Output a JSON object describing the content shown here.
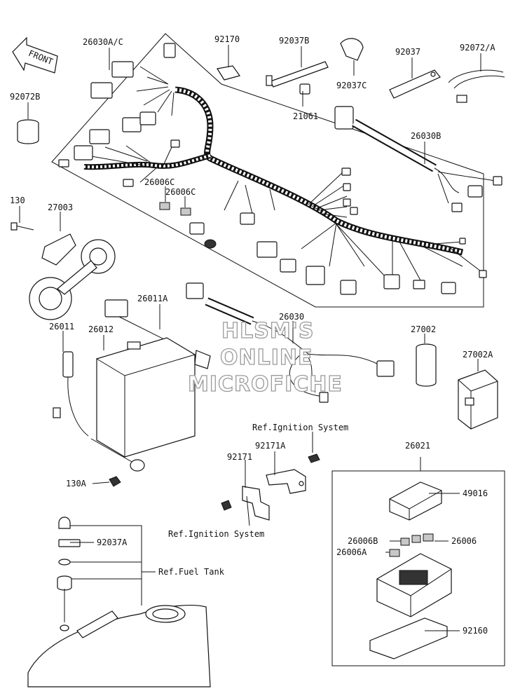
{
  "front_arrow": {
    "text": "FRONT"
  },
  "watermark": {
    "lines": [
      "HLSM'S",
      "ONLINE",
      "MICROFICHE"
    ]
  },
  "labels": {
    "p26030AC": "26030A/C",
    "p92170": "92170",
    "p92037B": "92037B",
    "p92037": "92037",
    "p92072A": "92072/A",
    "p92072B": "92072B",
    "p92037C": "92037C",
    "p21061": "21061",
    "p26030B": "26030B",
    "p26006C_1": "26006C",
    "p26006C_2": "26006C",
    "p130": "130",
    "p27003": "27003",
    "p26011A": "26011A",
    "p26030": "26030",
    "p26011": "26011",
    "p26012": "26012",
    "p27002": "27002",
    "p27002A": "27002A",
    "p130A": "130A",
    "p92171A": "92171A",
    "p92171": "92171",
    "p26021": "26021",
    "p49016": "49016",
    "p92037A": "92037A",
    "p26006B": "26006B",
    "p26006": "26006",
    "p26006A": "26006A",
    "p92160": "92160"
  },
  "refs": {
    "ignition_top": "Ref.Ignition System",
    "ignition_bottom": "Ref.Ignition System",
    "fuel_tank": "Ref.Fuel Tank"
  }
}
